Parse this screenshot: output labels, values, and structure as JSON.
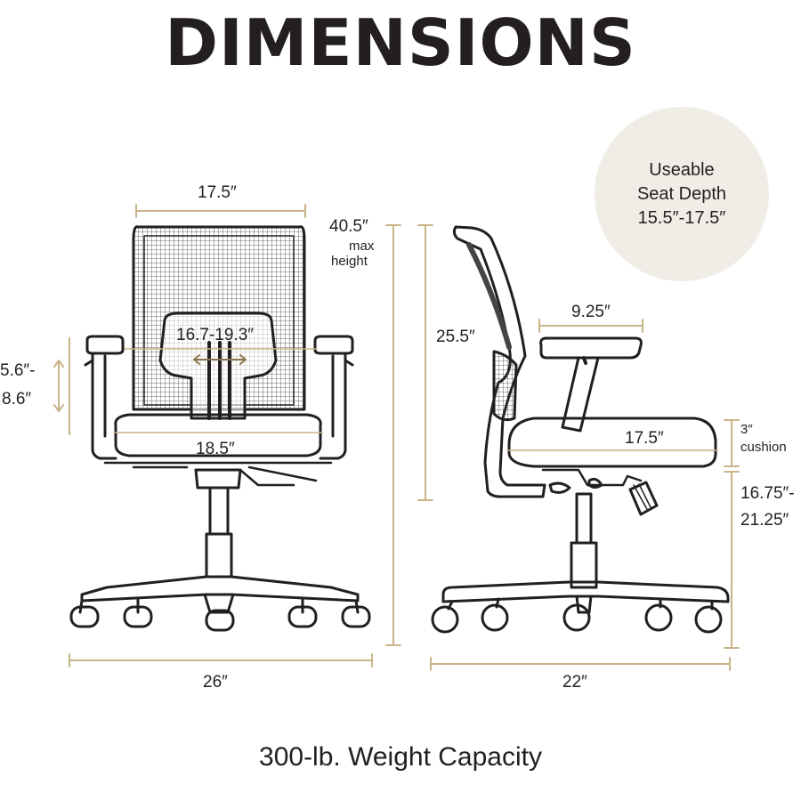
{
  "title": "DIMENSIONS",
  "footer": "300-lb. Weight Capacity",
  "seat_depth": {
    "line1": "Useable",
    "line2": "Seat Depth",
    "line3": "15.5″-17.5″"
  },
  "front": {
    "back_width": "17.5″",
    "overall_height": "40.5″",
    "overall_height_note1": "max",
    "overall_height_note2": "height",
    "lumbar": "16.7-19.3″",
    "arm_adjust_1": "5.6″-",
    "arm_adjust_2": "8.6″",
    "seat_width": "18.5″",
    "base_width": "26″"
  },
  "side": {
    "back_height": "25.5″",
    "arm_depth": "9.25″",
    "seat_depth": "17.5″",
    "cushion_1": "3″",
    "cushion_2": "cushion",
    "seat_height_1": "16.75″-",
    "seat_height_2": "21.25″",
    "base_depth": "22″"
  },
  "colors": {
    "dimension_line": "#c9b48a",
    "ink": "#231f20",
    "circle": "#f0ede6"
  }
}
